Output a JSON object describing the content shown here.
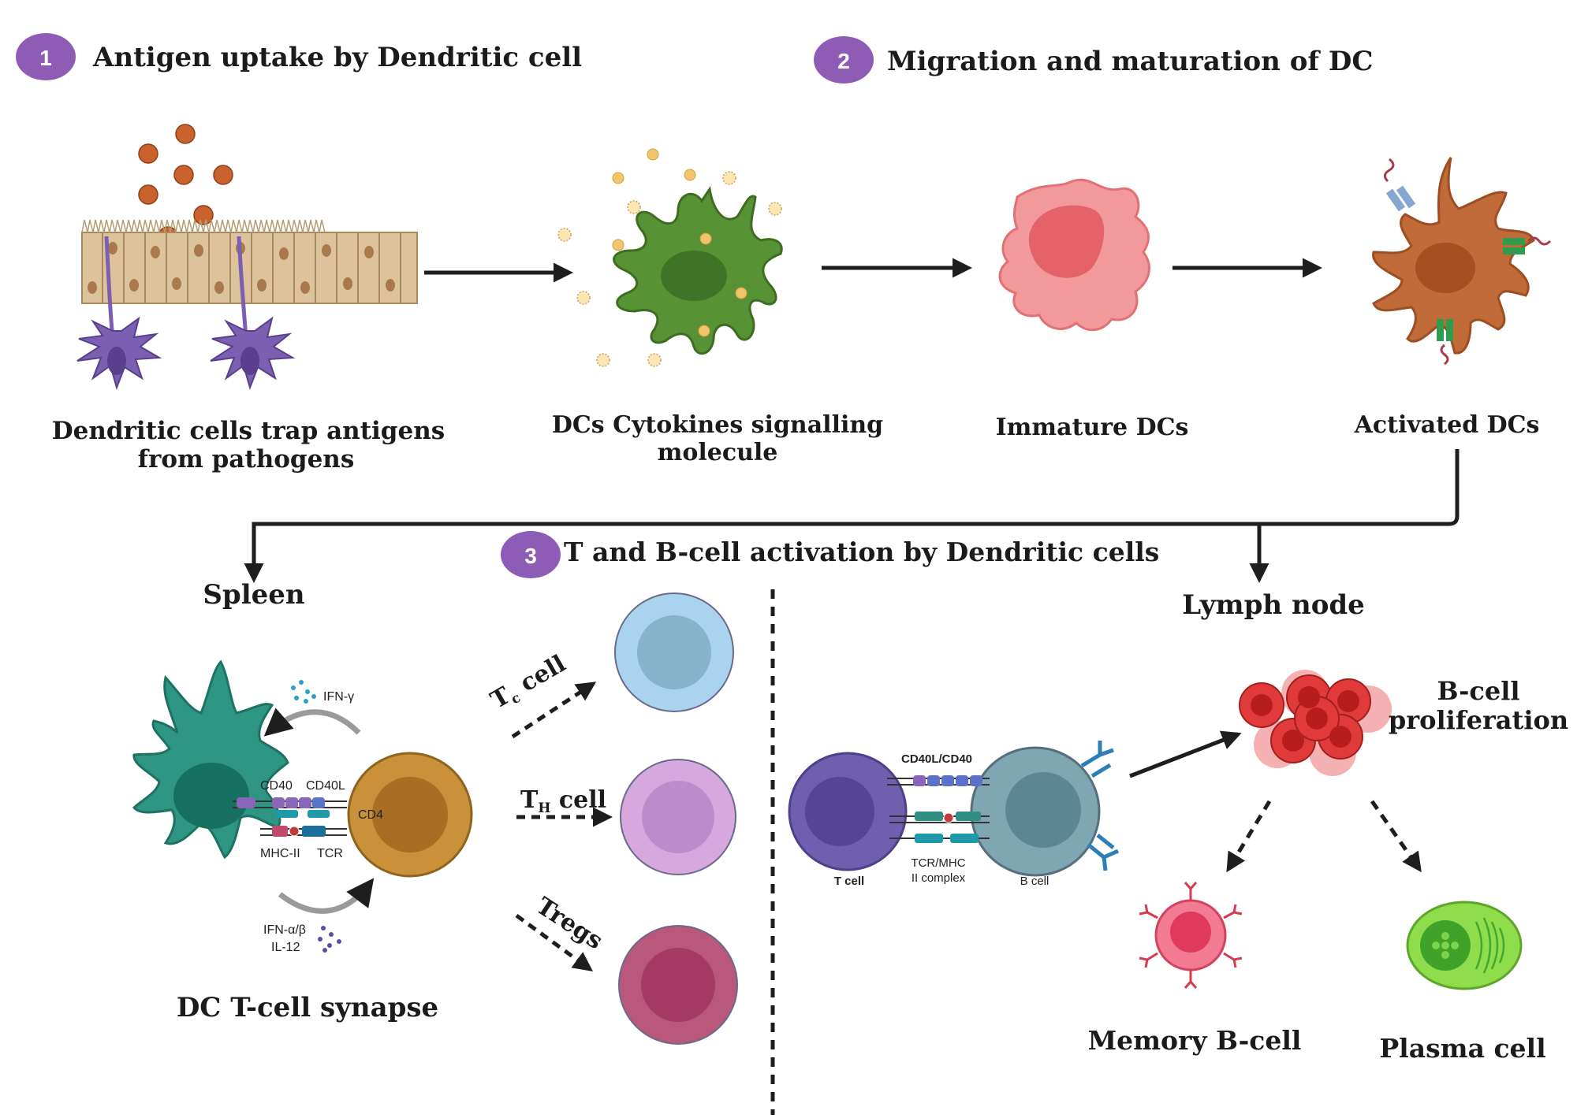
{
  "steps": [
    {
      "number": "1",
      "title": "Antigen uptake  by Dendritic cell"
    },
    {
      "number": "2",
      "title": "Migration and  maturation of DC"
    },
    {
      "number": "3",
      "title": "T and B-cell activation by Dendritic cells"
    }
  ],
  "top_row": {
    "trap_line1": "Dendritic cells trap  antigens",
    "trap_line2": "from pathogens",
    "cytokine_line1": "DCs Cytokines signalling",
    "cytokine_line2": "molecule",
    "immature": "Immature DCs",
    "activated": "Activated DCs"
  },
  "spleen": {
    "title": "Spleen",
    "synapse_title": "DC T-cell synapse",
    "ifn_gamma": "IFN-γ",
    "ifn_ab": "IFN-α/β",
    "il12": "IL-12",
    "cd40": "CD40",
    "cd40l": "CD40L",
    "cd4": "CD4",
    "mhc2": "MHC-II",
    "tcr": "TCR"
  },
  "t_subsets": [
    {
      "main": "T",
      "sub": "c",
      "rest": " cell",
      "color": "#a9d3ee",
      "nucleus": "#86b4cc"
    },
    {
      "main": "T",
      "sub": "H",
      "rest": " cell",
      "color": "#d7a7e0",
      "nucleus": "#bb8ccc"
    },
    {
      "main": "Tregs",
      "sub": "",
      "rest": "",
      "color": "#b9587a",
      "nucleus": "#a43a64"
    }
  ],
  "lymph": {
    "title": "Lymph node",
    "cd40l_cd40": "CD40L/CD40",
    "t_cell": "T cell",
    "tcr_mhc_1": "TCR/MHC",
    "tcr_mhc_2": "II complex",
    "b_cell": "B cell",
    "prolif_1": "B-cell",
    "prolif_2": "proliferation",
    "memory": "Memory B-cell",
    "plasma": "Plasma cell"
  },
  "colors": {
    "badge": "#8e5cb5",
    "arrow": "#1e1e1e",
    "epithelium": "#dcc39b",
    "purple_dc": "#7b5fb0",
    "green_dc": "#579234",
    "pink_dc": "#f1999b",
    "orange_dc": "#c16b39",
    "teal_dc": "#2f9583",
    "t_cell_gold": "#c8913a",
    "lymph_t_cell": "#6f5fae",
    "lymph_b_cell": "#7fa7b3",
    "rbc_red": "#e03a3a",
    "memory_pink": "#ee5a79",
    "plasma_green": "#8fdc4c"
  }
}
